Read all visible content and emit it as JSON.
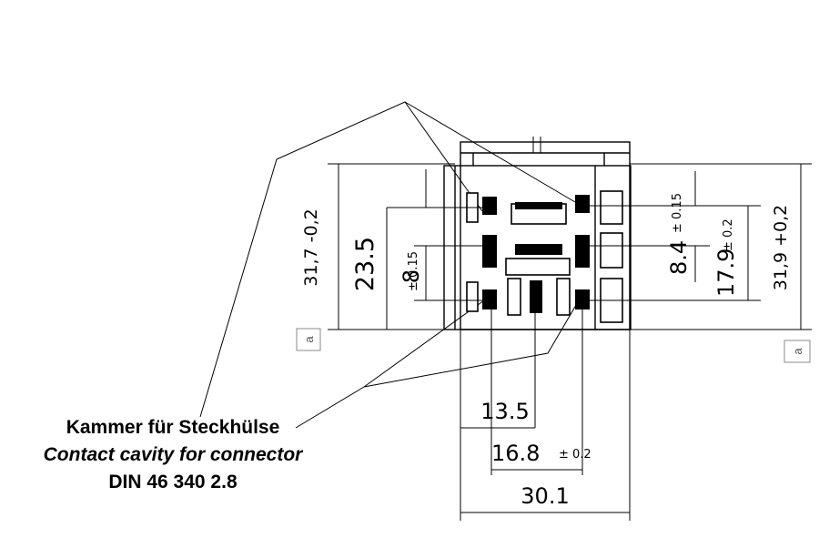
{
  "caption": {
    "line1": "Kammer für Steckhülse",
    "line2": "Contact cavity for connector",
    "line3": "DIN 46 340 2.8"
  },
  "dimensions": {
    "height_left_outer": "31,7 -0,2",
    "height_left_inner": "23.5",
    "pitch_left_main": "8",
    "pitch_left_tol": "± 0.15",
    "pitch_right_main": "8.4",
    "pitch_right_tol": "± 0.15",
    "height_right_inner_main": "17.9",
    "height_right_inner_tol": "± 0.2",
    "height_right_outer": "31,9 +0,2",
    "width_1": "13.5",
    "width_2_main": "16.8",
    "width_2_tol": "± 0.2",
    "width_3": "30.1"
  },
  "datum_labels": {
    "left": "a",
    "right": "a"
  }
}
